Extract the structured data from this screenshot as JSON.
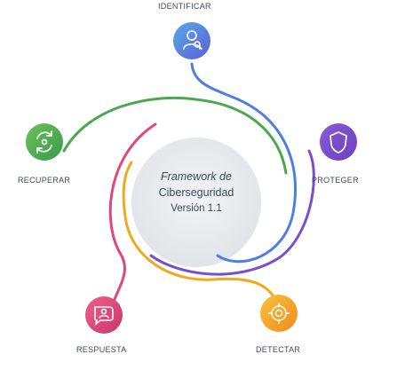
{
  "center": {
    "line1": "Framework de",
    "line2": "Ciberseguridad",
    "line3": "Versión 1.1"
  },
  "nodes": [
    {
      "key": "identificar",
      "label": "IDENTIFICAR",
      "color": "#4e7fde",
      "icon": "user-search-icon"
    },
    {
      "key": "proteger",
      "label": "PROTEGER",
      "color": "#7a4fc9",
      "icon": "shield-icon"
    },
    {
      "key": "detectar",
      "label": "DETECTAR",
      "color": "#f2a81d",
      "icon": "target-icon"
    },
    {
      "key": "respuesta",
      "label": "RESPUESTA",
      "color": "#e0467c",
      "icon": "chat-user-icon"
    },
    {
      "key": "recuperar",
      "label": "RECUPERAR",
      "color": "#4ca84f",
      "icon": "refresh-icon"
    }
  ],
  "labels": {
    "identificar": "IDENTIFICAR",
    "proteger": "PROTEGER",
    "detectar": "DETECTAR",
    "respuesta": "RESPUESTA",
    "recuperar": "RECUPERAR"
  },
  "colors": {
    "identificar": "#4e7fde",
    "proteger": "#7a4fc9",
    "detectar": "#f2a81d",
    "respuesta": "#e0467c",
    "recuperar": "#4ca84f",
    "center_fill": "#e9ecef",
    "text": "#3d4b57"
  }
}
